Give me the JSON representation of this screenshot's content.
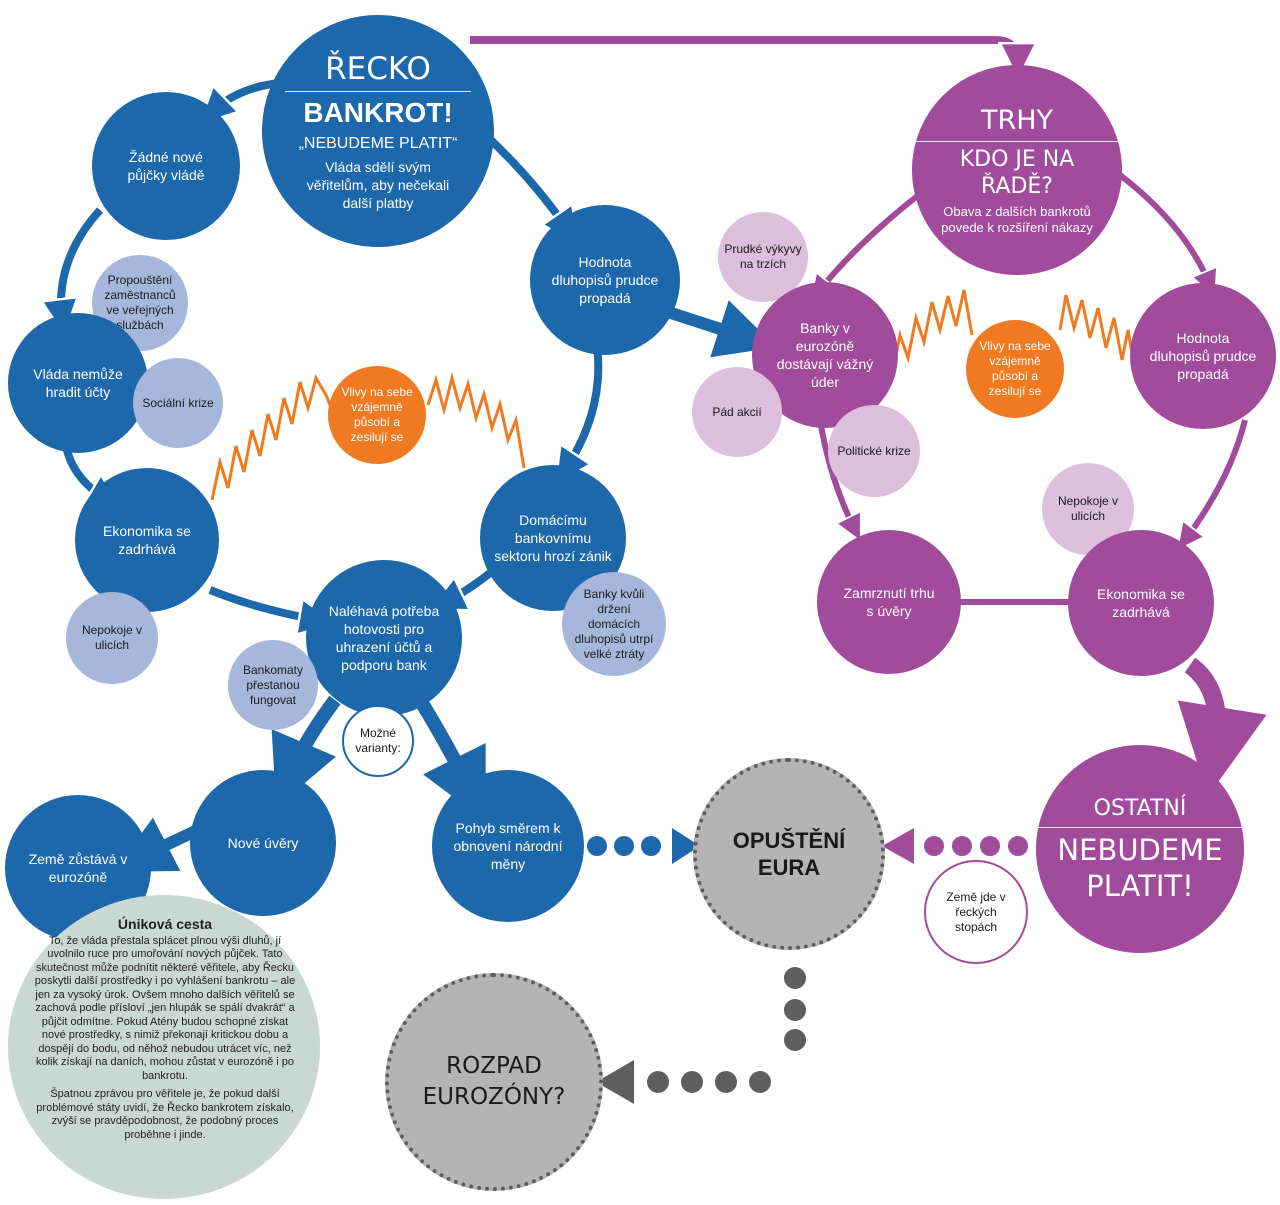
{
  "greece": {
    "top_label": "ŘECKO",
    "title": "BANKROT!",
    "subtitle": "„NEBUDEME PLATIT“",
    "text": "Vláda sdělí svým věřitelům, aby nečekali další platby"
  },
  "left_cycle": {
    "no_loans": "Žádné nové půjčky vládě",
    "layoffs": "Propouštění zaměstnanců ve veřejných službách",
    "cant_pay": "Vláda nemůže hradit účty",
    "social_crisis": "Sociální krize",
    "economy": "Ekonomika se zadrhává",
    "riots": "Nepokoje v ulicích",
    "bonds": "Hodnota dluhopisů prudce propadá",
    "banks": "Domácímu bankovnímu sektoru hrozí zánik",
    "bank_losses": "Banky kvůli držení domácích dluhopisů utrpí velké ztráty",
    "cash_need": "Naléhavá potřeba hotovosti pro uhrazení účtů a podporu bank",
    "atms": "Bankomaty přestanou fungovat",
    "variants": "Možné varianty:",
    "feedback": "Vlivy na sebe vzájemně působí a zesilují se"
  },
  "outcomes": {
    "new_loans": "Nové úvěry",
    "stays": "Země zůstává v eurozóně",
    "new_currency": "Pohyb směrem k obnovení národní měny"
  },
  "markets": {
    "top_label": "TRHY",
    "title": "KDO JE NA ŘADĚ?",
    "text": "Obava z dalších bankrotů povede k rozšíření nákazy",
    "swings": "Prudké výkyvy na trzích",
    "banks_hit": "Banky v eurozóně dostávají vážný úder",
    "stock_fall": "Pád akcií",
    "political": "Politické krize",
    "bonds": "Hodnota dluhopisů prudce propadá",
    "riots": "Nepokoje v ulicích",
    "freeze": "Zamrznutí trhu s úvěry",
    "economy": "Ekonomika se zadrhává",
    "feedback": "Vlivy na sebe vzájemně působí a zesilují se"
  },
  "others": {
    "top_label": "OSTATNÍ",
    "title": "NEBUDEME PLATIT!",
    "follow": "Země jde v řeckých stopách"
  },
  "exit_euro": "OPUŠTĚNÍ EURA",
  "breakup": "ROZPAD EUROZÓNY?",
  "escape": {
    "title": "Úniková cesta",
    "p1": "To, že vláda přestala splácet plnou výši dluhů, jí uvolnilo ruce pro umořování nových půjček. Tato skutečnost může podnítit některé věřitele, aby Řecku poskytli další prostředky i po vyhlášení bankrotu – ale jen za vysoký úrok. Ovšem mnoho dalších věřitelů se zachová podle přísloví „jen hlupák se spálí dvakrát“ a půjčit odmítne. Pokud Atény budou schopné získat nové prostředky, s nimiž překonají kritickou dobu a dospějí do bodu, od něhož nebudou utrácet víc, než kolik získají na daních, mohou zůstat v eurozóně i po bankrotu.",
    "p2": "Špatnou zprávou pro věřitele je, že pokud další problémové státy uvidí, že Řecko bankrotem získalo, zvýší se pravděpodobnost, že podobný proces proběhne i jinde."
  },
  "colors": {
    "blue": "#1d67ab",
    "light_blue": "#a7b7dc",
    "magenta": "#a04b9b",
    "pink": "#dcbfdc",
    "orange": "#f07a22",
    "grey": "#b4b4b4",
    "dark_grey": "#5e5e5e",
    "escape_bg": "#c9d8d2"
  }
}
